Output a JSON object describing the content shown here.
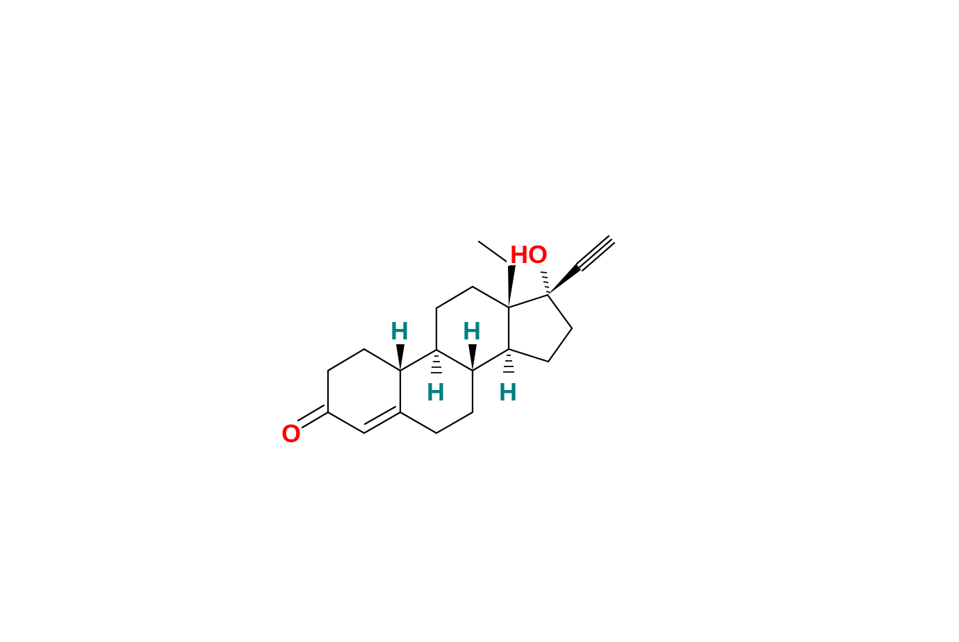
{
  "colors": {
    "oxygen": "#ff0000",
    "hydrogen": "#008080",
    "bond": "#000000",
    "background": "#ffffff"
  },
  "labels": {
    "ketone_oxygen": "O",
    "hydroxyl": "HO",
    "h_c10": "H",
    "h_c9": "H",
    "h_c8": "H",
    "h_c14": "H"
  }
}
